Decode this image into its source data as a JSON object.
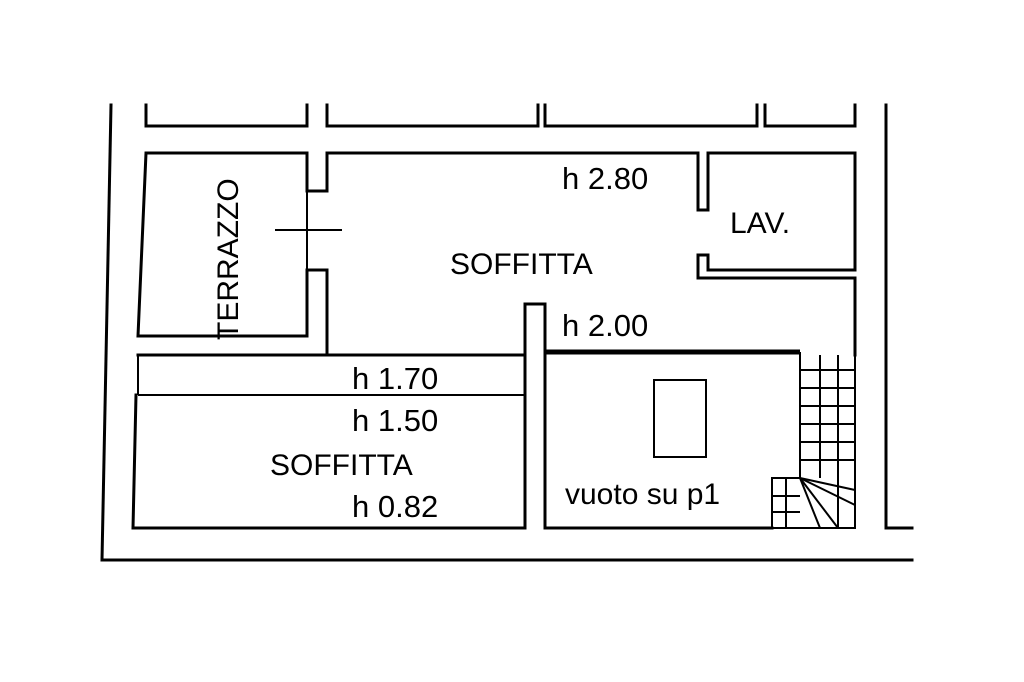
{
  "rooms": {
    "terrazzo": "TERRAZZO",
    "soffitta_top": "SOFFITTA",
    "lav": "LAV.",
    "soffitta_bottom": "SOFFITTA",
    "vuoto": "vuoto su p1"
  },
  "heights": {
    "h_280": "h 2.80",
    "h_200": "h 2.00",
    "h_170": "h 1.70",
    "h_150": "h 1.50",
    "h_082": "h 0.82"
  },
  "colors": {
    "ink": "#000000",
    "paper": "#ffffff"
  }
}
